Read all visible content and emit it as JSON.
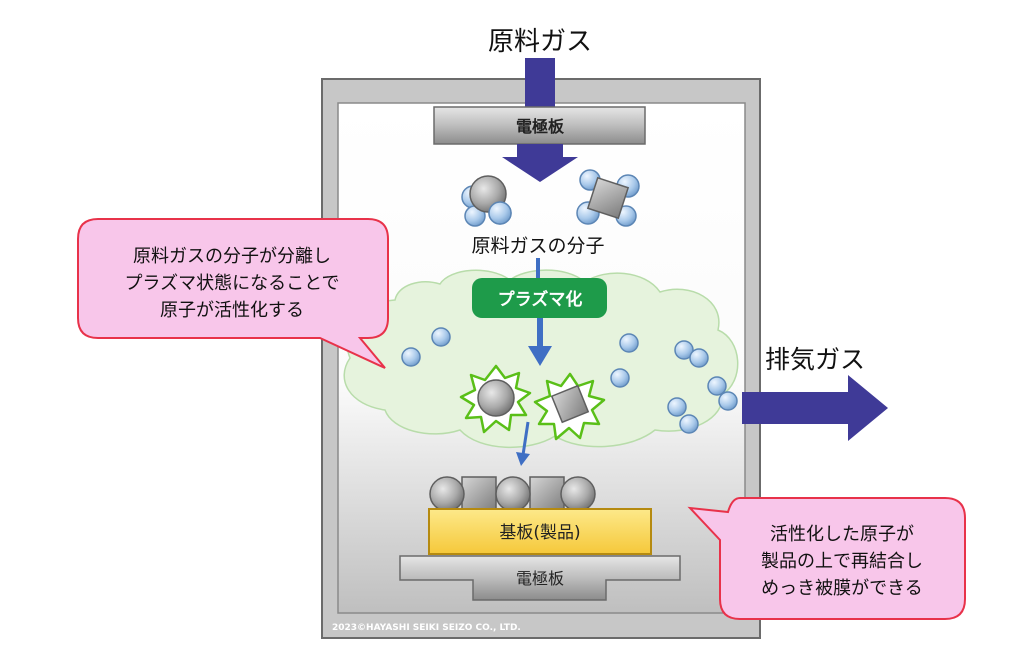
{
  "labels": {
    "input_gas": "原料ガス",
    "electrode_top": "電極板",
    "molecule_caption": "原料ガスの分子",
    "plasma_badge": "プラズマ化",
    "exhaust_gas": "排気ガス",
    "substrate": "基板(製品)",
    "electrode_bottom": "電極板",
    "copyright": "2023©HAYASHI SEIKI SEIZO CO., LTD."
  },
  "callouts": {
    "left": [
      "原料ガスの分子が分離し",
      "プラズマ状態になることで",
      "原子が活性化する"
    ],
    "right": [
      "活性化した原子が",
      "製品の上で再結合し",
      "めっき被膜ができる"
    ]
  },
  "colors": {
    "arrow_purple": "#3f3a97",
    "arrow_blue": "#3f6fc4",
    "plasma_badge": "#1e9b4a",
    "callout_fill": "#f8c6ea",
    "callout_stroke": "#e8324a",
    "substrate_fill": "#fbd95a",
    "cloud_fill": "#e6f3dd",
    "burst_stroke": "#5abf18"
  }
}
